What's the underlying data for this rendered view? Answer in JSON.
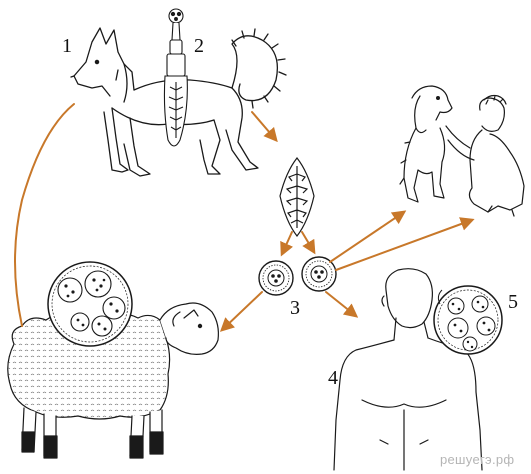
{
  "labels": {
    "l1": "1",
    "l2": "2",
    "l3": "3",
    "l4": "4",
    "l5": "5"
  },
  "watermark": "решуегэ.рф",
  "colors": {
    "arrow": "#c8782a",
    "ink": "#1a1a1a",
    "background": "#ffffff"
  }
}
